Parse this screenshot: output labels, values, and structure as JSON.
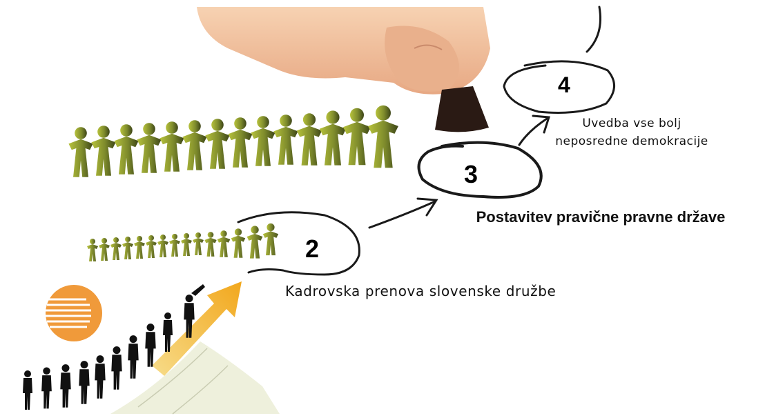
{
  "steps": [
    {
      "number": "2",
      "text": "Kadrovska prenova slovenske družbe"
    },
    {
      "number": "3",
      "text": "Postavitev pravične pravne države"
    },
    {
      "number": "4",
      "text": "Uvedba vse bolj neposredne demokracije"
    }
  ],
  "colors": {
    "figure_dark": "#3f4a1c",
    "figure_mid": "#7d8a2a",
    "figure_light": "#b5c03a",
    "skin": "#f3c9a6",
    "sun": "#f09a3a",
    "arrow": "#f4b93a"
  }
}
